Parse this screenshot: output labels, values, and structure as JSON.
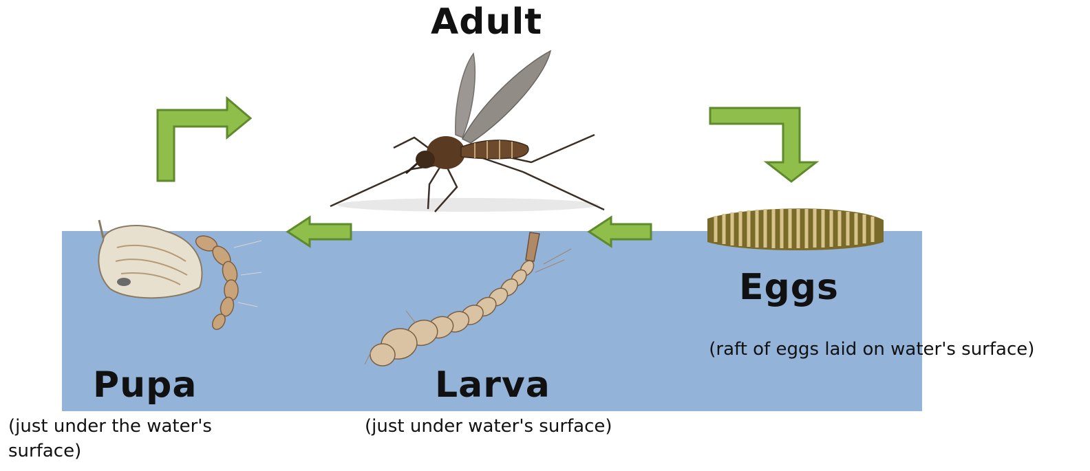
{
  "diagram": {
    "stages": {
      "adult": {
        "label": "Adult"
      },
      "eggs": {
        "label": "Eggs",
        "note": " (raft of eggs laid on water's surface)"
      },
      "larva": {
        "label": "Larva",
        "note": "(just under water's surface)"
      },
      "pupa": {
        "label": "Pupa",
        "note": "(just under the water's surface)"
      }
    },
    "colors": {
      "water": "#93b3d9",
      "arrow_fill": "#8fbe4b",
      "arrow_stroke": "#5e8a2c"
    }
  }
}
